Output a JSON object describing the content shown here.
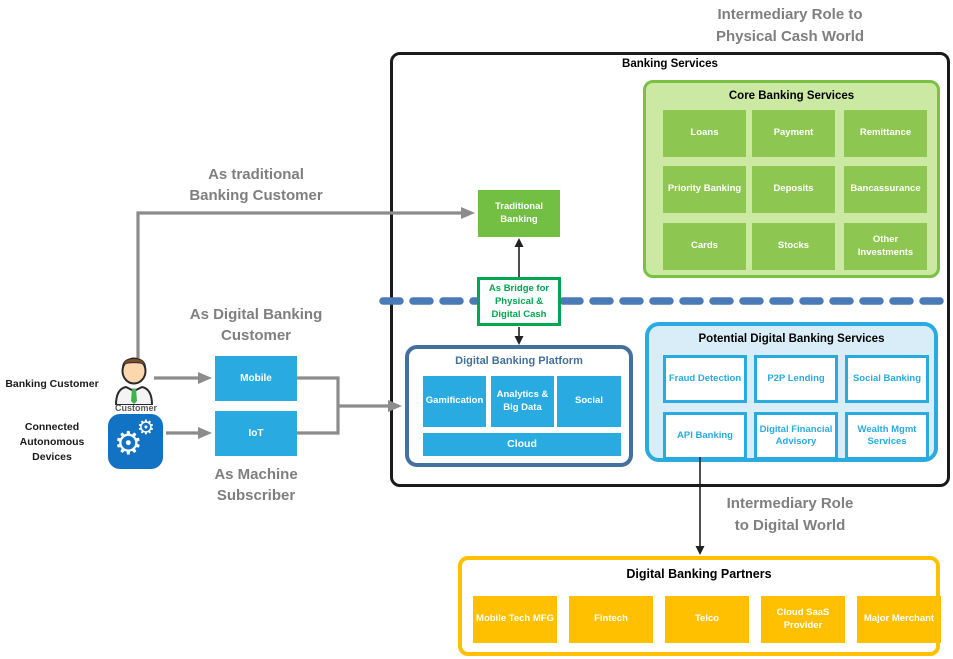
{
  "colors": {
    "green_cell": "#8EC652",
    "green_container_bg": "#CBE9A3",
    "green_border": "#7AC143",
    "traditional_green": "#72BF44",
    "bridge_green": "#00A650",
    "cyan": "#29ABE2",
    "steel_blue_border": "#44709E",
    "dash_blue": "#4A7BB7",
    "light_blue_bg": "#D9EDF9",
    "orange": "#FFC000",
    "device_blue": "#1272C4",
    "gray_text": "#7F7F7F"
  },
  "icons": {
    "gear": "⚙"
  },
  "annotations": {
    "physical_world": {
      "line1": "Intermediary Role to",
      "line2": "Physical Cash World"
    },
    "digital_world": {
      "line1": "Intermediary Role",
      "line2": "to Digital World"
    },
    "as_traditional": {
      "line1": "As traditional",
      "line2": "Banking Customer"
    },
    "as_digital": {
      "line1": "As Digital Banking",
      "line2": "Customer"
    },
    "as_machine": {
      "line1": "As Machine",
      "line2": "Subscriber"
    }
  },
  "actors": {
    "banking_customer": "Banking Customer",
    "customer_caption": "Customer",
    "devices_line1": "Connected",
    "devices_line2": "Autonomous",
    "devices_line3": "Devices"
  },
  "channels": {
    "mobile": "Mobile",
    "iot": "IoT"
  },
  "banking_services": {
    "title": "Banking Services",
    "core": {
      "title": "Core Banking Services",
      "items": [
        "Loans",
        "Payment",
        "Remittance",
        "Priority Banking",
        "Deposits",
        "Bancassurance",
        "Cards",
        "Stocks",
        "Other Investments"
      ]
    },
    "traditional": {
      "line1": "Traditional",
      "line2": "Banking"
    },
    "bridge": {
      "line1": "As Bridge for",
      "line2": "Physical &",
      "line3": "Digital Cash"
    },
    "platform": {
      "title": "Digital Banking Platform",
      "items": [
        "Gamification",
        "Analytics & Big Data",
        "Social"
      ],
      "cloud": "Cloud"
    },
    "potential": {
      "title": "Potential Digital Banking Services",
      "items": [
        "Fraud Detection",
        "P2P Lending",
        "Social Banking",
        "API Banking",
        "Digital Financial Advisory",
        "Wealth Mgmt Services"
      ]
    }
  },
  "partners": {
    "title": "Digital Banking Partners",
    "items": [
      "Mobile Tech MFG",
      "Fintech",
      "Telco",
      "Cloud SaaS Provider",
      "Major Merchant"
    ]
  }
}
